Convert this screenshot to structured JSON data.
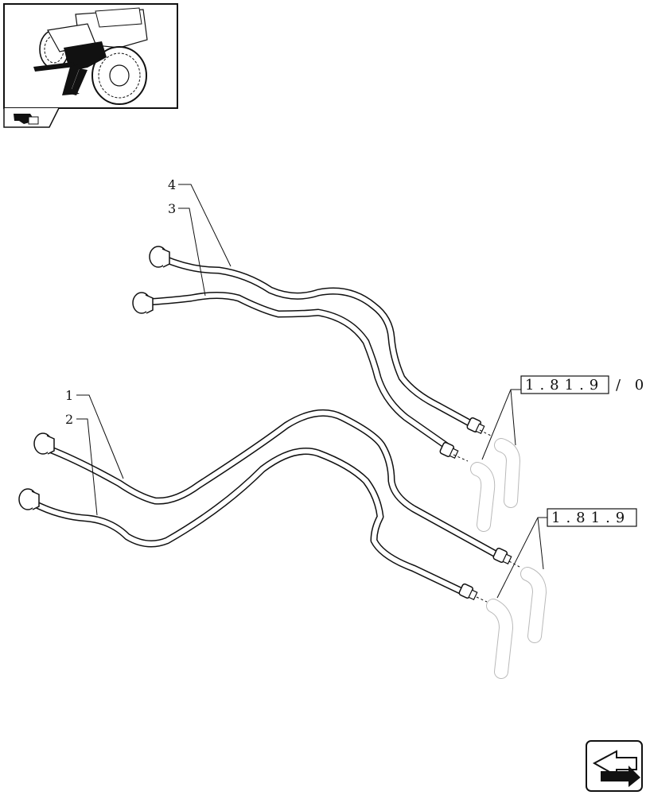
{
  "callouts": {
    "item_1": "1",
    "item_2": "2",
    "item_3": "3",
    "item_4": "4"
  },
  "references": {
    "upper_ref": "1.81.9",
    "upper_ref_suffix": "/ 0",
    "lower_ref": "1.81.9"
  },
  "icons": {
    "thumbnail": "tractor-location-thumbnail-icon",
    "section": "section-arrow-icon",
    "navigate": "next-page-arrow-icon"
  },
  "colors": {
    "line": "#111111",
    "phantom_parts": "#b9b9b9",
    "background": "#ffffff"
  }
}
